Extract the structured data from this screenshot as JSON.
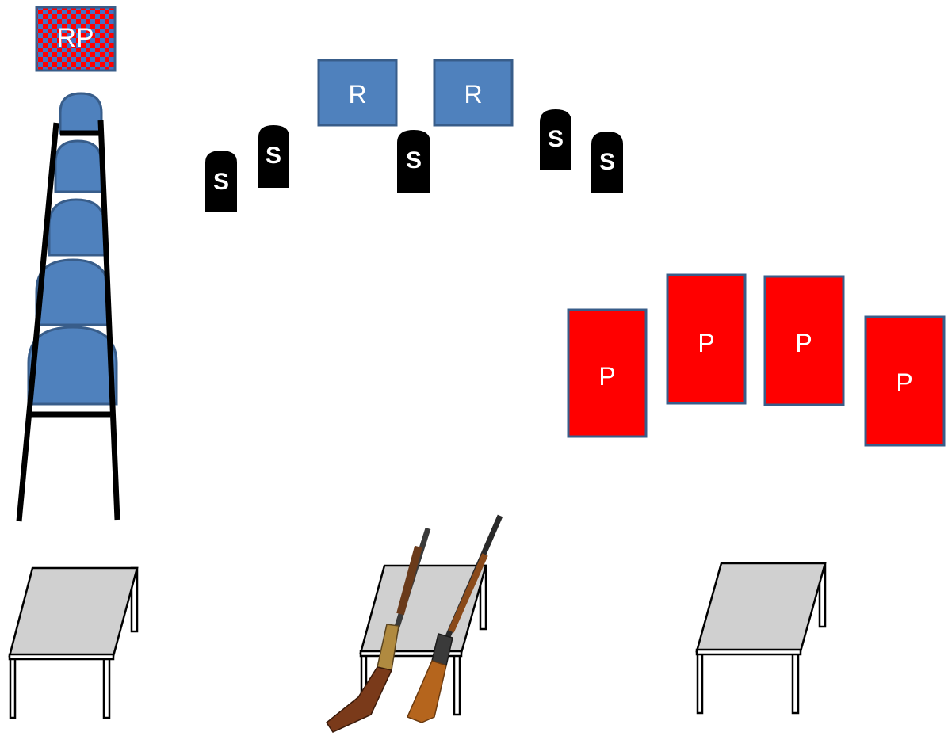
{
  "labels": {
    "rp": "RP",
    "r": "R",
    "s": "S",
    "p": "P"
  },
  "colors": {
    "blue_fill": "#4f81bd",
    "blue_stroke": "#385d8a",
    "red_fill": "#ff0000",
    "checker_red": "#ff0000",
    "checker_blue": "#4472c4",
    "black": "#000000",
    "table_top": "#d0d0d0",
    "white": "#ffffff"
  },
  "icons": {
    "rifle": "rifle-icon",
    "shotgun": "shotgun-icon",
    "target": "steel-target-icon",
    "table": "table-icon",
    "ladder": "ladder-icon"
  }
}
